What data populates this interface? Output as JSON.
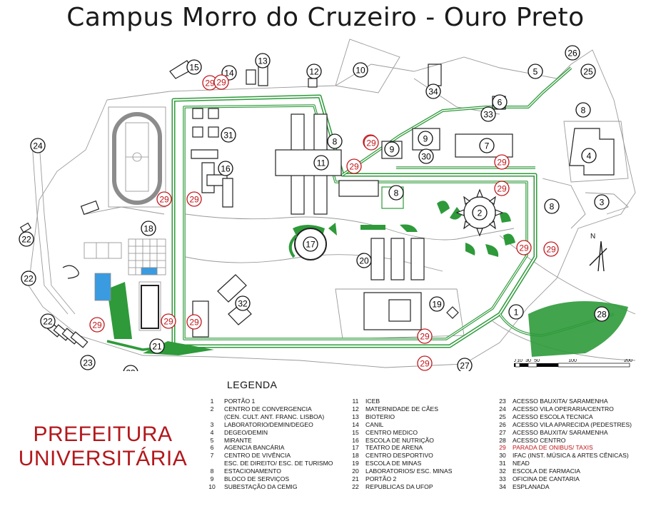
{
  "title": "Campus Morro do Cruzeiro - Ouro Preto",
  "legend_title": "LEGENDA",
  "prefeitura": [
    "PREFEITURA",
    "UNIVERSITÁRIA"
  ],
  "scale_labels": [
    "0",
    "10",
    "30",
    "50",
    "100",
    "200"
  ],
  "colors": {
    "green": "#2e9a3a",
    "red": "#c0161b",
    "pool": "#3b9be0",
    "road": "#a9a9a9"
  },
  "map_labels": [
    {
      "text": "1",
      "red": false
    },
    {
      "text": "2",
      "red": false
    },
    {
      "text": "3",
      "red": false
    },
    {
      "text": "4",
      "red": false
    },
    {
      "text": "5",
      "red": false
    },
    {
      "text": "6",
      "red": false
    },
    {
      "text": "7",
      "red": false
    },
    {
      "text": "8",
      "red": false
    },
    {
      "text": "8",
      "red": false
    },
    {
      "text": "8",
      "red": false
    },
    {
      "text": "8",
      "red": false
    },
    {
      "text": "9",
      "red": false
    },
    {
      "text": "9",
      "red": false
    },
    {
      "text": "10",
      "red": false
    },
    {
      "text": "11",
      "red": false
    },
    {
      "text": "12",
      "red": false
    },
    {
      "text": "13",
      "red": false
    },
    {
      "text": "14",
      "red": false
    },
    {
      "text": "15",
      "red": false
    },
    {
      "text": "16",
      "red": false
    },
    {
      "text": "17",
      "red": false
    },
    {
      "text": "18",
      "red": false
    },
    {
      "text": "19",
      "red": false
    },
    {
      "text": "20",
      "red": false
    },
    {
      "text": "21",
      "red": false
    },
    {
      "text": "22",
      "red": false
    },
    {
      "text": "22",
      "red": false
    },
    {
      "text": "22",
      "red": false
    },
    {
      "text": "23",
      "red": false
    },
    {
      "text": "23",
      "red": false
    },
    {
      "text": "24",
      "red": false
    },
    {
      "text": "25",
      "red": false
    },
    {
      "text": "26",
      "red": false
    },
    {
      "text": "27",
      "red": false
    },
    {
      "text": "28",
      "red": false
    },
    {
      "text": "30",
      "red": false
    },
    {
      "text": "31",
      "red": false
    },
    {
      "text": "32",
      "red": false
    },
    {
      "text": "33",
      "red": false
    },
    {
      "text": "34",
      "red": false
    },
    {
      "text": "29",
      "red": true
    },
    {
      "text": "29",
      "red": true
    },
    {
      "text": "29",
      "red": true
    },
    {
      "text": "29",
      "red": true
    },
    {
      "text": "29",
      "red": true
    },
    {
      "text": "29",
      "red": true
    },
    {
      "text": "29",
      "red": true
    },
    {
      "text": "29",
      "red": true
    },
    {
      "text": "29",
      "red": true
    },
    {
      "text": "29",
      "red": true
    },
    {
      "text": "29",
      "red": true
    },
    {
      "text": "29",
      "red": true
    },
    {
      "text": "29",
      "red": true
    },
    {
      "text": "29",
      "red": true
    },
    {
      "text": "29",
      "red": true
    },
    {
      "text": "29",
      "red": true
    }
  ],
  "legend": {
    "col1": [
      {
        "n": "1",
        "t": "PORTÃO 1"
      },
      {
        "n": "2",
        "t": "CENTRO DE CONVERGENCIA"
      },
      {
        "n": "",
        "t": "(CEN. CULT. ANT. FRANC. LISBOA)"
      },
      {
        "n": "3",
        "t": "LABORATORIO/DEMIN/DEGEO"
      },
      {
        "n": "4",
        "t": "DEGEO/DEMIN"
      },
      {
        "n": "5",
        "t": "MIRANTE"
      },
      {
        "n": "6",
        "t": "AGENCIA BANCÁRIA"
      },
      {
        "n": "7",
        "t": "CENTRO DE VIVÊNCIA"
      },
      {
        "n": "",
        "t": "ESC. DE DIREITO/ ESC. DE TURISMO"
      },
      {
        "n": "8",
        "t": "ESTACIONAMENTO"
      },
      {
        "n": "9",
        "t": "BLOCO DE SERVIÇOS"
      },
      {
        "n": "10",
        "t": "SUBESTAÇÃO DA CEMIG"
      }
    ],
    "col2": [
      {
        "n": "11",
        "t": "ICEB"
      },
      {
        "n": "12",
        "t": "MATERNIDADE DE CÃES"
      },
      {
        "n": "13",
        "t": "BIOTERIO"
      },
      {
        "n": "14",
        "t": "CANIL"
      },
      {
        "n": "15",
        "t": "CENTRO MEDICO"
      },
      {
        "n": "16",
        "t": "ESCOLA DE NUTRIÇÃO"
      },
      {
        "n": "17",
        "t": "TEATRO DE ARENA"
      },
      {
        "n": "18",
        "t": "CENTRO DESPORTIVO"
      },
      {
        "n": "19",
        "t": "ESCOLA DE MINAS"
      },
      {
        "n": "20",
        "t": "LABORATORIOS/ ESC. MINAS"
      },
      {
        "n": "21",
        "t": "PORTÃO 2"
      },
      {
        "n": "22",
        "t": "REPUBLICAS DA UFOP"
      }
    ],
    "col3": [
      {
        "n": "23",
        "t": "ACESSO BAUXITA/ SARAMENHA"
      },
      {
        "n": "24",
        "t": "ACESSO VILA OPERARIA/CENTRO"
      },
      {
        "n": "25",
        "t": "ACESSO ESCOLA TECNICA"
      },
      {
        "n": "26",
        "t": "ACESSO VILA APARECIDA (PEDESTRES)"
      },
      {
        "n": "27",
        "t": "ACESSO BAUXITA/ SARAMENHA"
      },
      {
        "n": "28",
        "t": "ACESSO CENTRO"
      },
      {
        "n": "29",
        "t": "PARADA DE ONIBUS/ TAXIS",
        "red": true
      },
      {
        "n": "30",
        "t": "IFAC (INST. MÚSICA & ARTES CÊNICAS)"
      },
      {
        "n": "31",
        "t": "NEAD"
      },
      {
        "n": "32",
        "t": "ESCOLA DE FARMACIA"
      },
      {
        "n": "33",
        "t": "OFICINA DE CANTARIA"
      },
      {
        "n": "34",
        "t": "ESPLANADA"
      }
    ]
  }
}
